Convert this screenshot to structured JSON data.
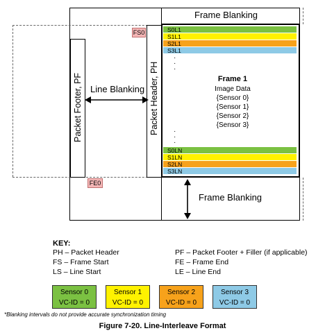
{
  "diagram": {
    "frame_blanking_top": "Frame Blanking",
    "frame_blanking_bottom": "Frame Blanking",
    "line_blanking": "Line Blanking",
    "packet_footer": "Packet Footer, PF",
    "packet_header": "Packet Header, PH",
    "fs_label": "FS0",
    "fe_label": "FE0",
    "rows_top": [
      "S0L1",
      "S1L1",
      "S2L1",
      "S3L1"
    ],
    "rows_bottom": [
      "S0LN",
      "S1LN",
      "S2LN",
      "S3LN"
    ],
    "dots": [
      "·",
      "·",
      "·"
    ],
    "frame_title": "Frame 1",
    "frame_lines": [
      "Image Data",
      "{Sensor 0}",
      "{Sensor 1}",
      "{Sensor 2}",
      "{Sensor 3}"
    ],
    "colors": {
      "sensor0": "#7bc142",
      "sensor1": "#fff200",
      "sensor2": "#f7a21b",
      "sensor3": "#8ecae6",
      "signal_box": "#f4b6b6"
    }
  },
  "key": {
    "title": "KEY:",
    "left": [
      "PH – Packet Header",
      "FS – Frame Start",
      "LS – Line Start"
    ],
    "right": [
      "PF – Packet Footer + Filler (if applicable)",
      "FE – Frame End",
      "LE – Line End"
    ]
  },
  "legend": [
    {
      "name": "Sensor 0",
      "vc": "VC-ID = 0"
    },
    {
      "name": "Sensor 1",
      "vc": "VC-ID = 0"
    },
    {
      "name": "Sensor 2",
      "vc": "VC-ID = 0"
    },
    {
      "name": "Sensor 3",
      "vc": "VC-ID = 0"
    }
  ],
  "footnote": "*Blanking intervals do not provide accurate synchronization timing",
  "caption": "Figure 7-20. Line-Interleave Format"
}
